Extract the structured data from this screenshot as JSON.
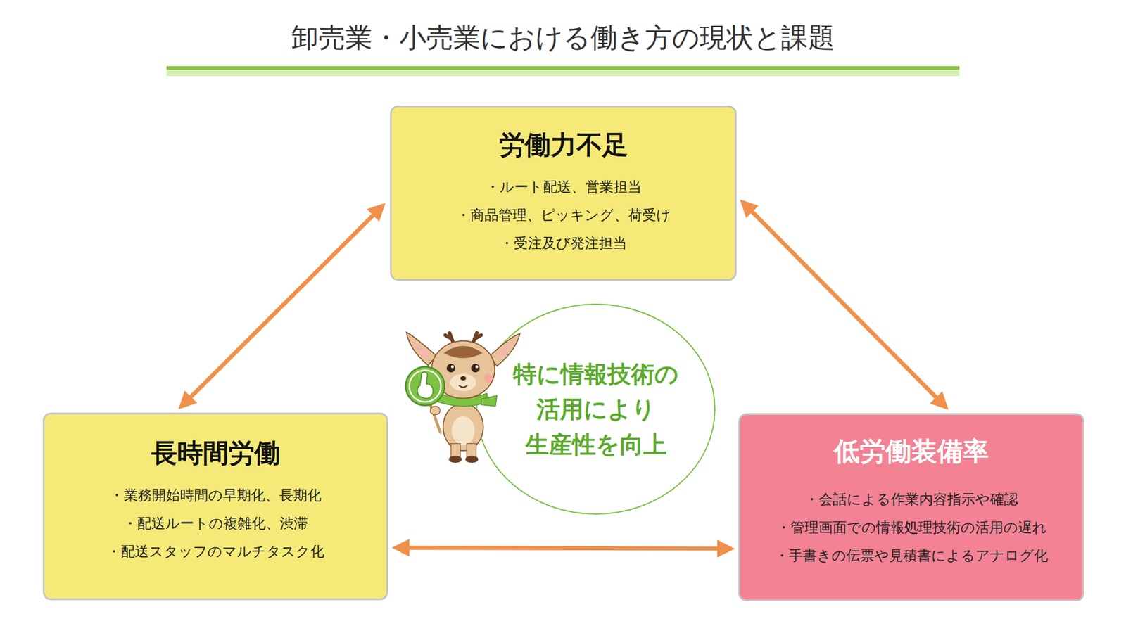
{
  "diagram": {
    "title": "卸売業・小売業における働き方の現状と課題",
    "nodes": [
      {
        "text": [
          "労働力不足",
          "・ルート配送、営業担当",
          "・商品管理、ピッキング、荷受け",
          "・受注及び発注担当"
        ]
      },
      {
        "text": [
          "長時間労働",
          "・業務開始時間の早期化、長期化",
          "・配送ルートの複雑化、渋滞",
          "・配送スタッフのマルチタスク化"
        ]
      },
      {
        "text": [
          "特に情報技術の 活用により 生産性を向上"
        ]
      },
      {
        "text": [
          "低労働装備率",
          "・会話による作業内容指示や確認",
          "・管理画面での情報処理技術の活用の遅れ",
          "・手書きの伝票や見積書によるアナログ化"
        ]
      }
    ],
    "edges": [
      {
        "from": 0,
        "to": 1,
        "arrow": "both"
      },
      {
        "from": 0,
        "to": 3,
        "arrow": "both"
      },
      {
        "from": 1,
        "to": 3,
        "arrow": "both"
      }
    ]
  }
}
